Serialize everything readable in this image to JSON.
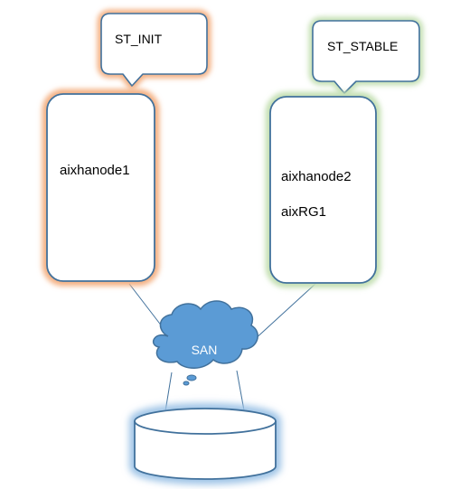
{
  "nodes": {
    "left": {
      "name": "aixhanode1",
      "state": "ST_INIT"
    },
    "right": {
      "name": "aixhanode2",
      "resource_group": "aixRG1",
      "state": "ST_STABLE"
    }
  },
  "network": {
    "label": "SAN"
  },
  "colors": {
    "stroke": "#41719C",
    "init_glow": "#F4B183",
    "stable_glow": "#C5E0B4",
    "storage_glow": "#9DC3E6",
    "cloud_fill": "#5B9BD5",
    "text": "#000000",
    "cloud_text": "#ffffff"
  }
}
